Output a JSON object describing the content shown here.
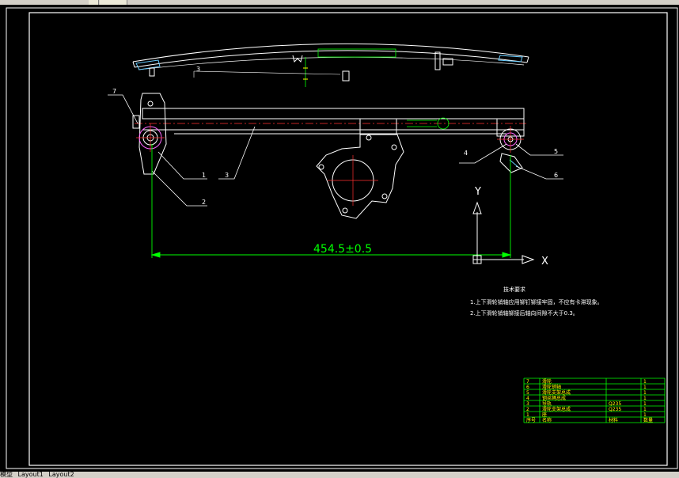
{
  "colors": {
    "background": "#000000",
    "frame": "#ffffff",
    "centerline": "#ff3030",
    "dimension": "#00ff00",
    "balloon": "#ffffff",
    "table_line": "#00ff00",
    "table_text": "#ffff00",
    "drawing": "#ffffff"
  },
  "drawing": {
    "balloons": [
      "7",
      "1",
      "2",
      "3",
      "4",
      "5",
      "6"
    ],
    "dimension": "454.5±0.5",
    "axis_x": "X",
    "axis_y": "Y",
    "small_label": "3"
  },
  "notes": {
    "title": "技术要求",
    "lines": [
      "1.上下滑轮销轴应用铆钉铆接牢固，不应有卡滞现象。",
      "2.上下滑轮销轴铆接后轴向间隙不大于0.3。"
    ]
  },
  "bom": {
    "rows": [
      {
        "no": "7",
        "name": "滑轮",
        "mat": "",
        "qty": "1"
      },
      {
        "no": "6",
        "name": "滑轮销轴",
        "mat": "",
        "qty": "1"
      },
      {
        "no": "5",
        "name": "滑轮支架总成",
        "mat": "",
        "qty": "1"
      },
      {
        "no": "4",
        "name": "钢丝绳总成",
        "mat": "",
        "qty": "1"
      },
      {
        "no": "3",
        "name": "导轨",
        "mat": "Q235",
        "qty": "1"
      },
      {
        "no": "2",
        "name": "滑轮支架总成",
        "mat": "Q235",
        "qty": "1"
      },
      {
        "no": "1",
        "name": "座",
        "mat": "",
        "qty": "1"
      }
    ],
    "header": {
      "no": "序号",
      "name": "名称",
      "mat": "材料",
      "qty": "数量"
    }
  },
  "tabs": [
    "模型",
    "Layout1",
    "Layout2"
  ]
}
